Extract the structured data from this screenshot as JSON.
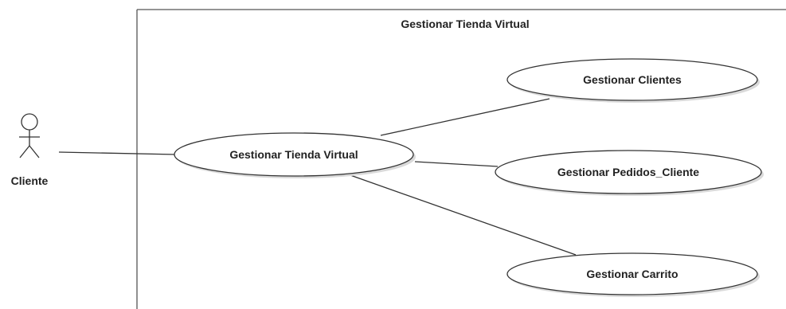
{
  "system": {
    "title": "Gestionar Tienda Virtual"
  },
  "actor": {
    "name": "Cliente"
  },
  "use_cases": {
    "main": "Gestionar Tienda Virtual",
    "clientes": "Gestionar Clientes",
    "pedidos": "Gestionar Pedidos_Cliente",
    "carrito": "Gestionar Carrito"
  },
  "colors": {
    "stroke": "#333333",
    "fill": "#ffffff",
    "shadow": "#d9d9d9",
    "text": "#222222"
  }
}
